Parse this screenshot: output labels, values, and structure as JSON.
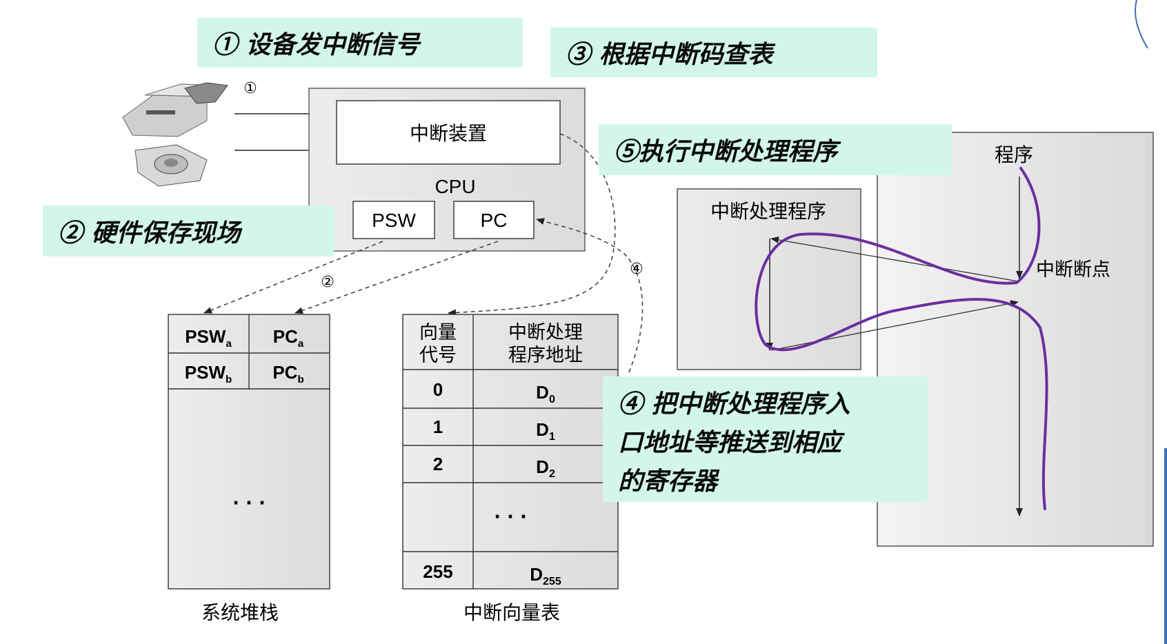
{
  "callouts": {
    "step1": "① 设备发中断信号",
    "step2": "② 硬件保存现场",
    "step3": "③ 根据中断码查表",
    "step4": [
      "④ 把中断处理程序入",
      "口地址等推送到相应",
      "的寄存器"
    ],
    "step5": "⑤执行中断处理程序"
  },
  "cpu": {
    "device_label": "中断装置",
    "cpu_label": "CPU",
    "psw_label": "PSW",
    "pc_label": "PC"
  },
  "markers": {
    "m1": "①",
    "m2": "②",
    "m4": "④"
  },
  "stack": {
    "caption": "系统堆栈",
    "rows": [
      {
        "a": "PSW",
        "a_sub": "a",
        "b": "PC",
        "b_sub": "a"
      },
      {
        "a": "PSW",
        "a_sub": "b",
        "b": "PC",
        "b_sub": "b"
      }
    ],
    "ellipsis": "· · ·"
  },
  "vector_table": {
    "caption": "中断向量表",
    "header_col1": [
      "向量",
      "代号"
    ],
    "header_col2": [
      "中断处理",
      "程序地址"
    ],
    "rows": [
      {
        "code": "0",
        "addr": "D",
        "sub": "0"
      },
      {
        "code": "1",
        "addr": "D",
        "sub": "1"
      },
      {
        "code": "2",
        "addr": "D",
        "sub": "2"
      }
    ],
    "ellipsis": "· · ·",
    "last_row": {
      "code": "255",
      "addr": "D",
      "sub": "255"
    }
  },
  "handler": {
    "label": "中断处理程序"
  },
  "program": {
    "label": "程序",
    "breakpoint_label": "中断断点"
  },
  "colors": {
    "callout_bg": "#d3f6ea",
    "panel_bg": "#e8e8e8",
    "flow_curve": "#6a2fa0"
  }
}
